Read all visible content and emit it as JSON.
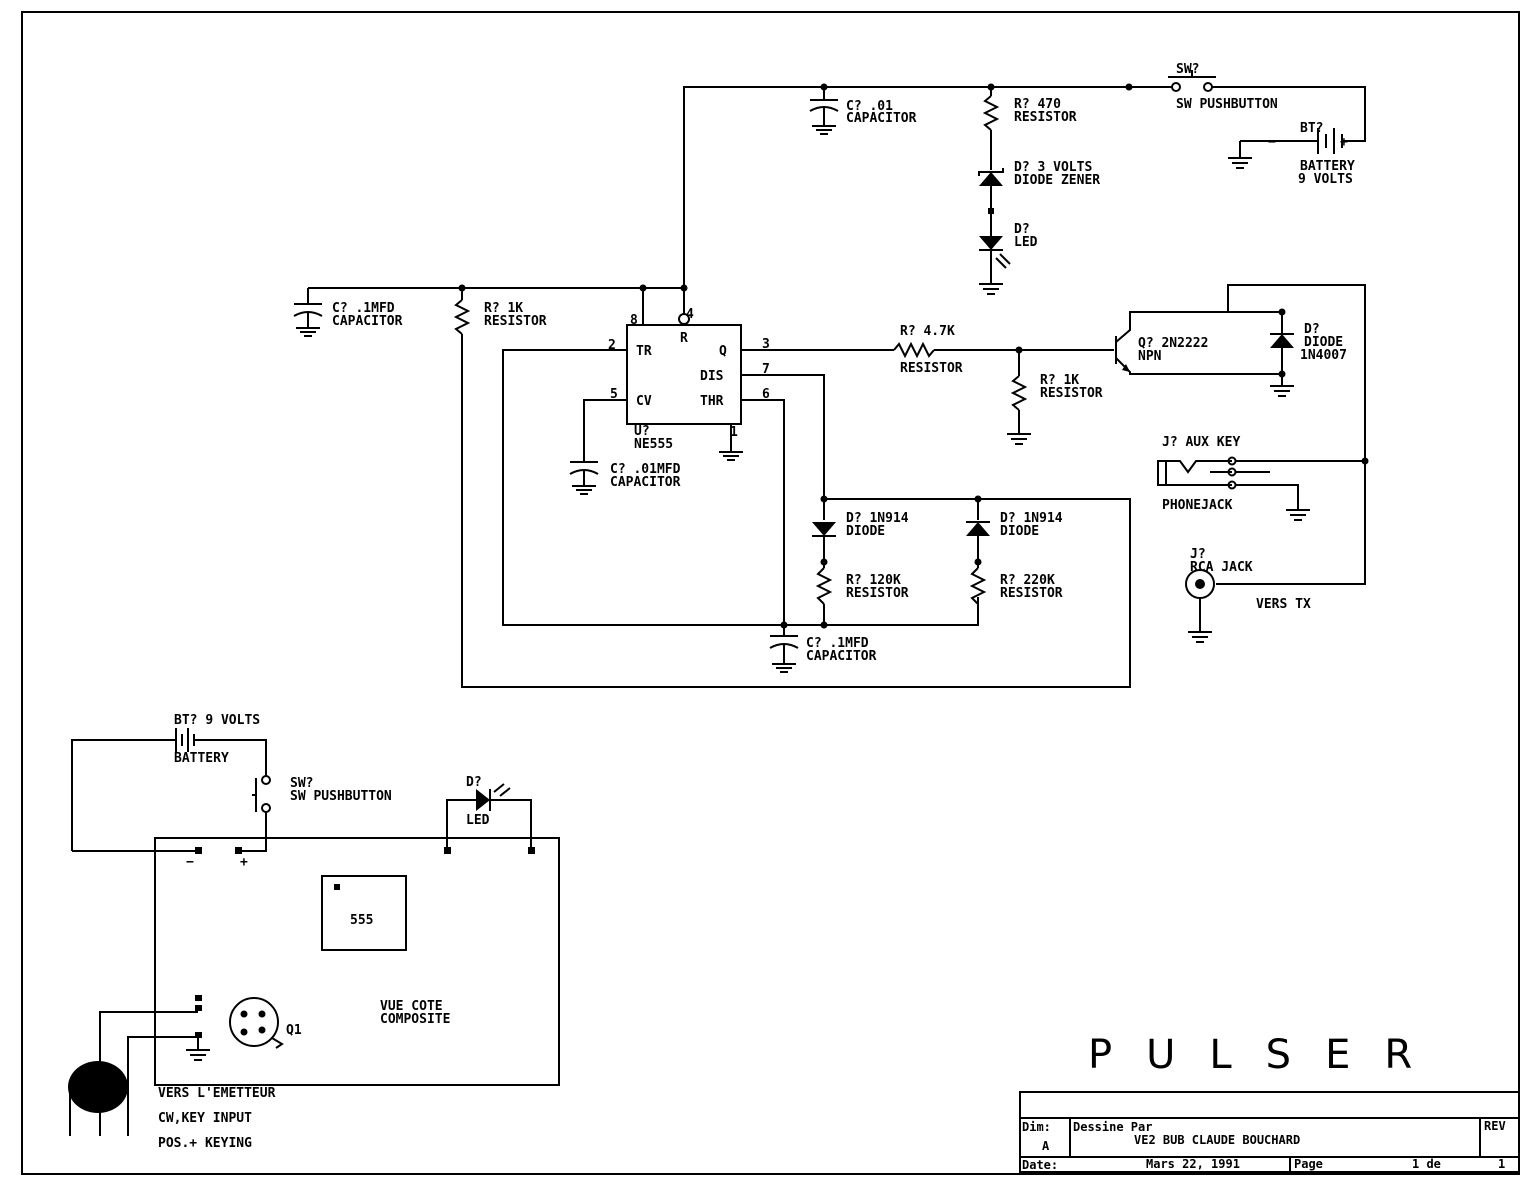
{
  "title": "PULSER",
  "top": {
    "sw1": {
      "ref": "SW?",
      "type": "SW PUSHBUTTON"
    },
    "bt1": {
      "ref": "BT?",
      "type": "BATTERY",
      "value": "9 VOLTS",
      "minus": "−",
      "plus": "+"
    },
    "c1": {
      "ref": "C?",
      "value": ".01",
      "type": "CAPACITOR"
    },
    "r1": {
      "ref": "R?",
      "value": "470",
      "type": "RESISTOR"
    },
    "d1": {
      "ref": "D?",
      "value": "3 VOLTS",
      "type": "DIODE ZENER"
    },
    "d2": {
      "ref": "D?",
      "type": "LED"
    }
  },
  "ic": {
    "ref": "U?",
    "part": "NE555",
    "pins": {
      "tr": "TR",
      "r": "R",
      "q": "Q",
      "dis": "DIS",
      "cv": "CV",
      "thr": "THR"
    },
    "pin_numbers": {
      "p2": "2",
      "p8": "8",
      "p4": "4",
      "p3": "3",
      "p7": "7",
      "p5": "5",
      "p6": "6",
      "p1": "1"
    }
  },
  "mid": {
    "c2": {
      "ref": "C?",
      "value": ".1MFD",
      "type": "CAPACITOR"
    },
    "r2": {
      "ref": "R?",
      "value": "1K",
      "type": "RESISTOR"
    },
    "c3": {
      "ref": "C?",
      "value": ".01MFD",
      "type": "CAPACITOR"
    },
    "r3": {
      "ref": "R?",
      "value": "4.7K",
      "type": "RESISTOR"
    },
    "r4": {
      "ref": "R?",
      "value": "1K",
      "type": "RESISTOR"
    },
    "q1": {
      "ref": "Q?",
      "value": "2N2222",
      "type": "NPN"
    },
    "d3": {
      "ref": "D?",
      "type": "DIODE",
      "value": "1N4007"
    },
    "j1": {
      "ref": "J?",
      "value": "AUX KEY",
      "type": "PHONEJACK"
    },
    "j2": {
      "ref": "J?",
      "type": "RCA JACK"
    },
    "vers_tx": "VERS TX",
    "d4": {
      "ref": "D?",
      "value": "1N914",
      "type": "DIODE"
    },
    "d5": {
      "ref": "D?",
      "value": "1N914",
      "type": "DIODE"
    },
    "r5": {
      "ref": "R?",
      "value": "120K",
      "type": "RESISTOR"
    },
    "r6": {
      "ref": "R?",
      "value": "220K",
      "type": "RESISTOR"
    },
    "c4": {
      "ref": "C?",
      "value": ".1MFD",
      "type": "CAPACITOR"
    }
  },
  "layout_view": {
    "bt": {
      "ref": "BT?",
      "value": "9 VOLTS",
      "type": "BATTERY"
    },
    "sw": {
      "ref": "SW?",
      "type": "SW PUSHBUTTON"
    },
    "led": {
      "ref": "D?",
      "type": "LED"
    },
    "minus": "−",
    "plus": "+",
    "chip": "555",
    "q_label": "Q1",
    "caption_line1": "VUE COTE",
    "caption_line2": "COMPOSITE",
    "note1": "VERS L'EMETTEUR",
    "note2": "CW,KEY INPUT",
    "note3": "POS.+ KEYING"
  },
  "title_block": {
    "dim_label": "Dim:",
    "dim_value": "A",
    "drawn_by_label": "Dessine Par",
    "drawn_by": "VE2 BUB  CLAUDE BOUCHARD",
    "rev_label": "REV",
    "date_label": "Date:",
    "date": "Mars 22, 1991",
    "page_label": "Page",
    "page_of": "1 de",
    "page_total": "1"
  }
}
